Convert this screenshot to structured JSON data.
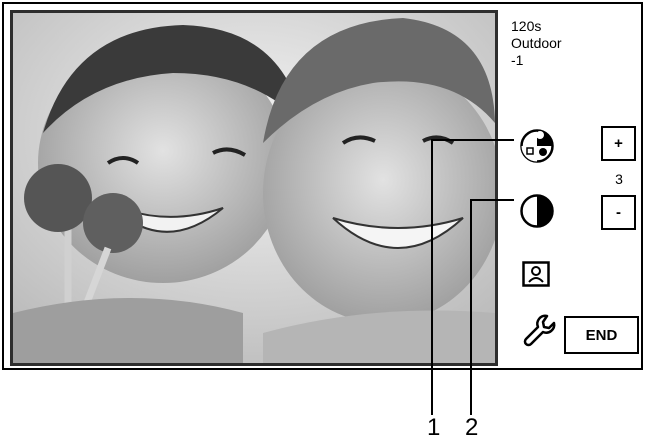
{
  "panel": {
    "exposure_time": "120s",
    "scene_mode": "Outdoor",
    "compensation": "-1",
    "level_value": "3",
    "plus_label": "+",
    "minus_label": "-",
    "end_label": "END"
  },
  "icons": {
    "color_mode": "color-mode-icon",
    "contrast": "contrast-icon",
    "portrait": "portrait-frame-icon",
    "settings": "wrench-icon"
  },
  "callouts": {
    "one": "1",
    "two": "2"
  },
  "colors": {
    "border": "#000000",
    "photo_bg": "#e9e9e9"
  }
}
